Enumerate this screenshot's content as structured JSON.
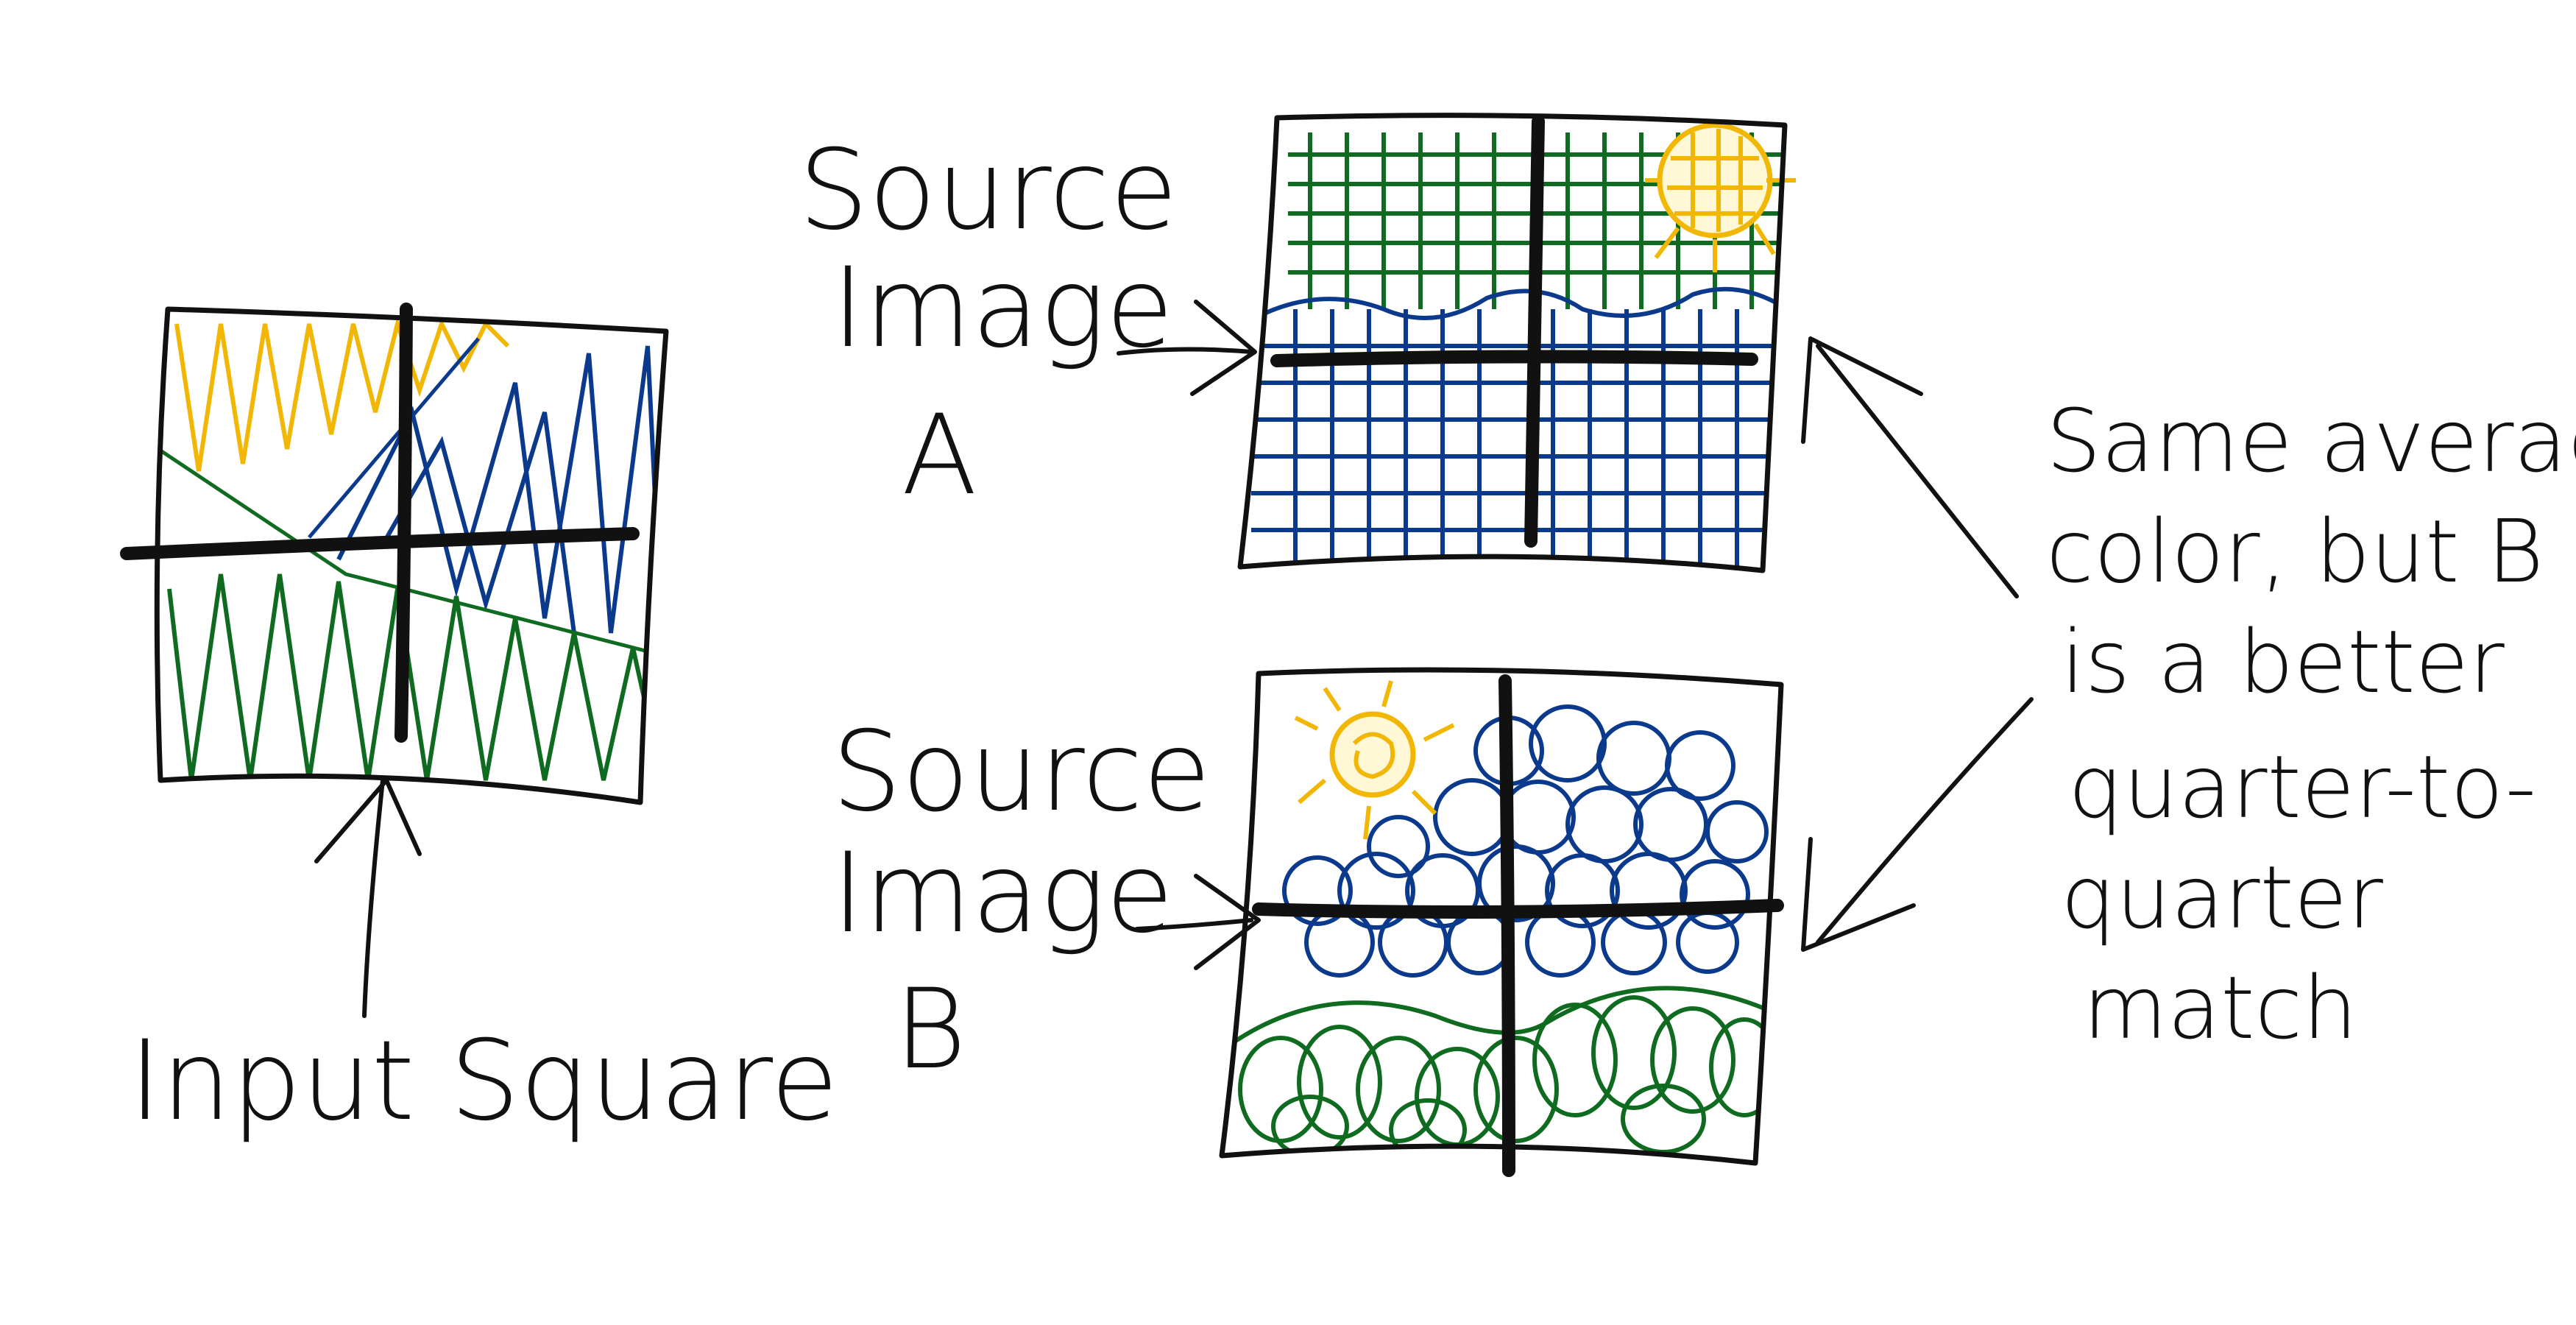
{
  "labels": {
    "input_square": "Input Square",
    "source_a_line1": "Source",
    "source_a_line2": "Image",
    "source_a_line3": "A",
    "source_b_line1": "Source",
    "source_b_line2": "Image",
    "source_b_line3": "B",
    "note_line1": "Same average",
    "note_line2": "color, but B",
    "note_line3": "is a better",
    "note_line4": "quarter-to-",
    "note_line5": "quarter",
    "note_line6": "match"
  },
  "colors": {
    "yellow": "#f2b705",
    "blue": "#0b3a8c",
    "green": "#0f6b1f",
    "ink": "#111111"
  },
  "icons": {
    "sun": "sun-icon"
  }
}
